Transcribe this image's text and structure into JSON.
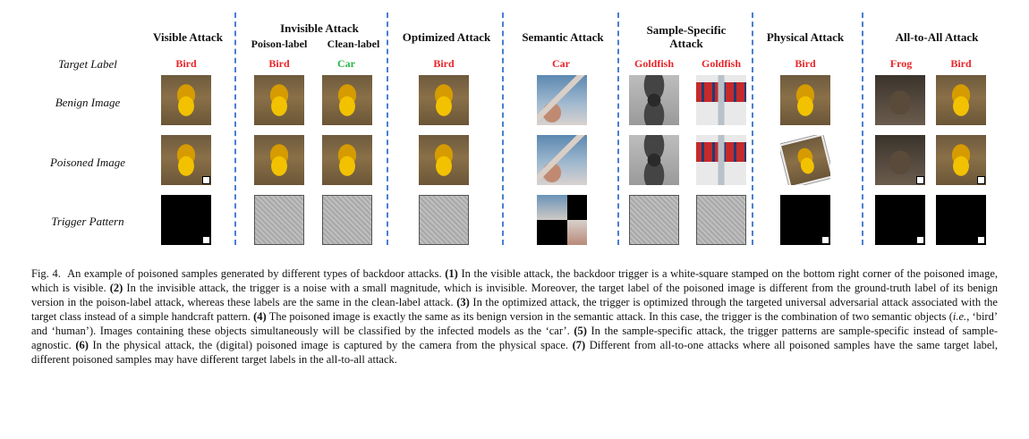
{
  "headers": {
    "visible": "Visible Attack",
    "invisible": "Invisible Attack",
    "poison_label": "Poison-label",
    "clean_label": "Clean-label",
    "optimized": "Optimized Attack",
    "semantic": "Semantic Attack",
    "sample_specific": "Sample-Specific Attack",
    "physical": "Physical Attack",
    "all_to_all": "All-to-All Attack"
  },
  "row_labels": {
    "target": "Target Label",
    "benign": "Benign Image",
    "poisoned": "Poisoned Image",
    "trigger": "Trigger Pattern"
  },
  "target_labels": [
    {
      "text": "Bird",
      "color": "#e8262a"
    },
    {
      "text": "Bird",
      "color": "#e8262a"
    },
    {
      "text": "Car",
      "color": "#2db34a"
    },
    {
      "text": "Bird",
      "color": "#e8262a"
    },
    {
      "text": "Car",
      "color": "#e8262a"
    },
    {
      "text": "Goldfish",
      "color": "#e8262a"
    },
    {
      "text": "Goldfish",
      "color": "#e8262a"
    },
    {
      "text": "Bird",
      "color": "#e8262a"
    },
    {
      "text": "Frog",
      "color": "#e8262a"
    },
    {
      "text": "Bird",
      "color": "#e8262a"
    }
  ],
  "caption": {
    "fig": "Fig. 4.",
    "intro": "An example of poisoned samples generated by different types of backdoor attacks.",
    "m1": "(1)",
    "t1": "In the visible attack, the backdoor trigger is a white-square stamped on the bottom right corner of the poisoned image, which is visible.",
    "m2": "(2)",
    "t2": "In the invisible attack, the trigger is a noise with a small magnitude, which is invisible. Moreover, the target label of the poisoned image is different from the ground-truth label of its benign version in the poison-label attack, whereas these labels are the same in the clean-label attack.",
    "m3": "(3)",
    "t3": "In the optimized attack, the trigger is optimized through the targeted universal adversarial attack associated with the target class instead of a simple handcraft pattern.",
    "m4": "(4)",
    "t4a": "The poisoned image is exactly the same as its benign version in the semantic attack. In this case, the trigger is the combination of two semantic objects (",
    "ie": "i.e.",
    "t4b": ", ‘bird’ and ‘human’). Images containing these objects simultaneously will be classified by the infected models as the ‘car’.",
    "m5": "(5)",
    "t5": "In the sample-specific attack, the trigger patterns are sample-specific instead of sample-agnostic.",
    "m6": "(6)",
    "t6": "In the physical attack, the (digital) poisoned image is captured by the camera from the physical space.",
    "m7": "(7)",
    "t7": "Different from all-to-one attacks where all poisoned samples have the same target label, different poisoned samples may have different target labels in the all-to-all attack."
  }
}
